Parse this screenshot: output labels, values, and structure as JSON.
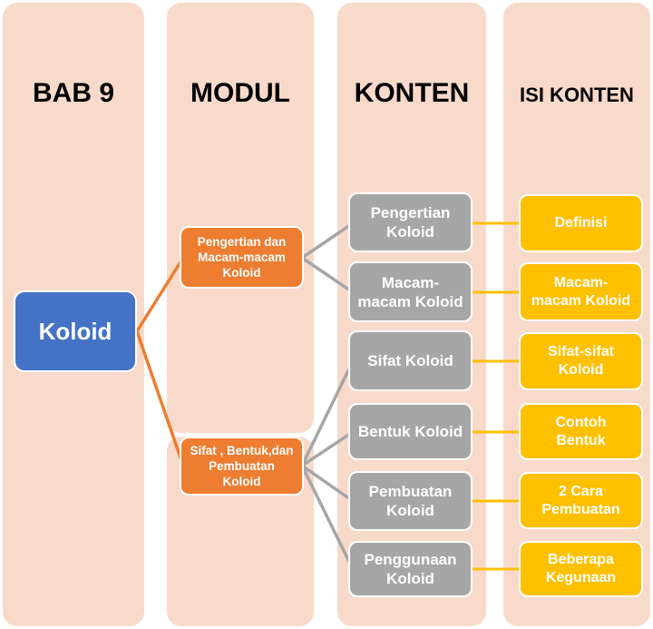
{
  "colors": {
    "column_bg": "#F8DACB",
    "header_text": "#000000",
    "node_text": "#FFFFFF",
    "root_blue": "#4472C4",
    "modul_orange": "#ED7D31",
    "konten_gray": "#A6A6A6",
    "isi_yellow": "#FFC000",
    "line_orange": "#ED7D31",
    "line_gray": "#A6A6A6",
    "line_yellow": "#FFC000",
    "node_border": "#FFFFFF"
  },
  "columns": {
    "bab": {
      "header": "BAB 9"
    },
    "modul": {
      "header": "MODUL"
    },
    "konten": {
      "header": "KONTEN"
    },
    "isi": {
      "header": "ISI KONTEN"
    }
  },
  "nodes": {
    "root": {
      "label": "Koloid"
    },
    "modul": [
      {
        "label": "Pengertian dan\nMacam-macam\nKoloid"
      },
      {
        "label": "Sifat , Bentuk,dan\nPembuatan\nKoloid"
      }
    ],
    "konten": [
      {
        "label": "Pengertian\nKoloid"
      },
      {
        "label": "Macam-\nmacam Koloid"
      },
      {
        "label": "Sifat Koloid"
      },
      {
        "label": "Bentuk Koloid"
      },
      {
        "label": "Pembuatan\nKoloid"
      },
      {
        "label": "Penggunaan\nKoloid"
      }
    ],
    "isi": [
      {
        "label": "Definisi"
      },
      {
        "label": "Macam-\nmacam Koloid"
      },
      {
        "label": "Sifat-sifat\nKoloid"
      },
      {
        "label": "Contoh\nBentuk"
      },
      {
        "label": "2 Cara\nPembuatan"
      },
      {
        "label": "Beberapa\nKegunaan"
      }
    ]
  }
}
